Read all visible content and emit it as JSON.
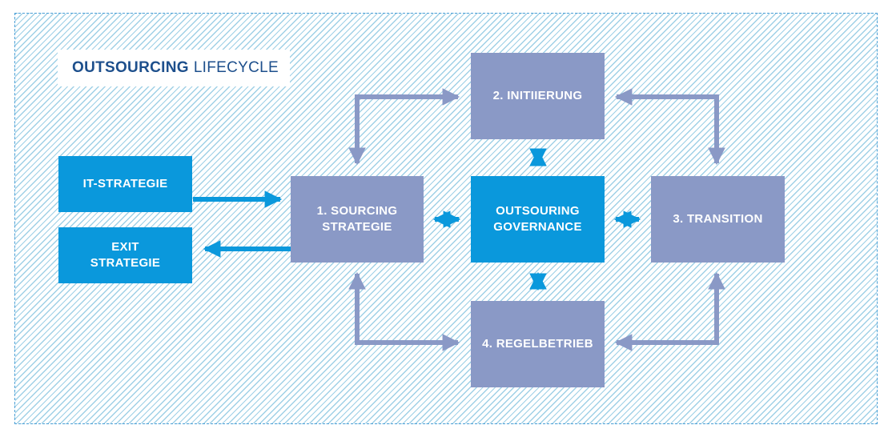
{
  "title": {
    "bold": "OUTSOURCING",
    "light": "LIFECYCLE"
  },
  "boxes": {
    "it_strategie": "IT-STRATEGIE",
    "exit_strategie": "EXIT\nSTRATEGIE",
    "sourcing_strategie": "1. SOURCING\nSTRATEGIE",
    "initiierung": "2. INITIIERUNG",
    "governance": "OUTSOURING\nGOVERNANCE",
    "transition": "3. TRANSITION",
    "regelbetrieb": "4. REGELBETRIEB"
  },
  "colors": {
    "blue_box": "#0a98dc",
    "grey_box": "#8a99c6",
    "grey_arrow": "#8a99c6",
    "blue_arrow": "#0a98dc",
    "title_text": "#1d4f8c",
    "hatch": "#9fd0e6"
  }
}
